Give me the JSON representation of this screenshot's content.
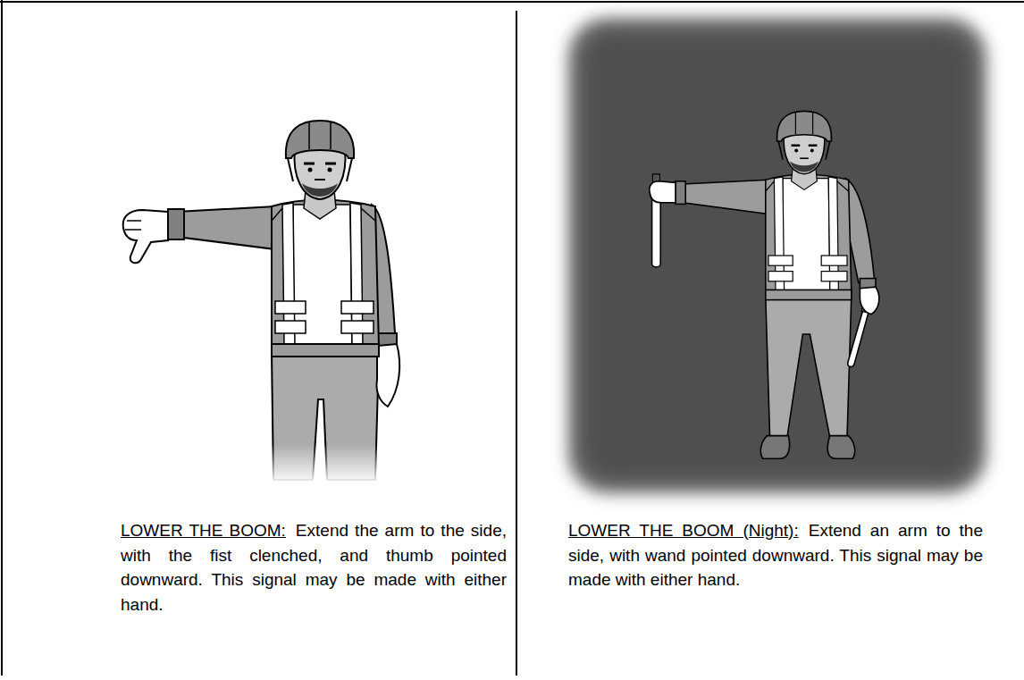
{
  "diagram": {
    "labels": [
      "LOWER THE BOOM:",
      "Extend the arm to the side, with the fist clenched, and thumb pointed downward. This signal may be made with either hand.",
      "LOWER THE BOOM (Night):",
      "Extend an arm to the side, with wand pointed downward. This signal may be made with either hand."
    ]
  }
}
